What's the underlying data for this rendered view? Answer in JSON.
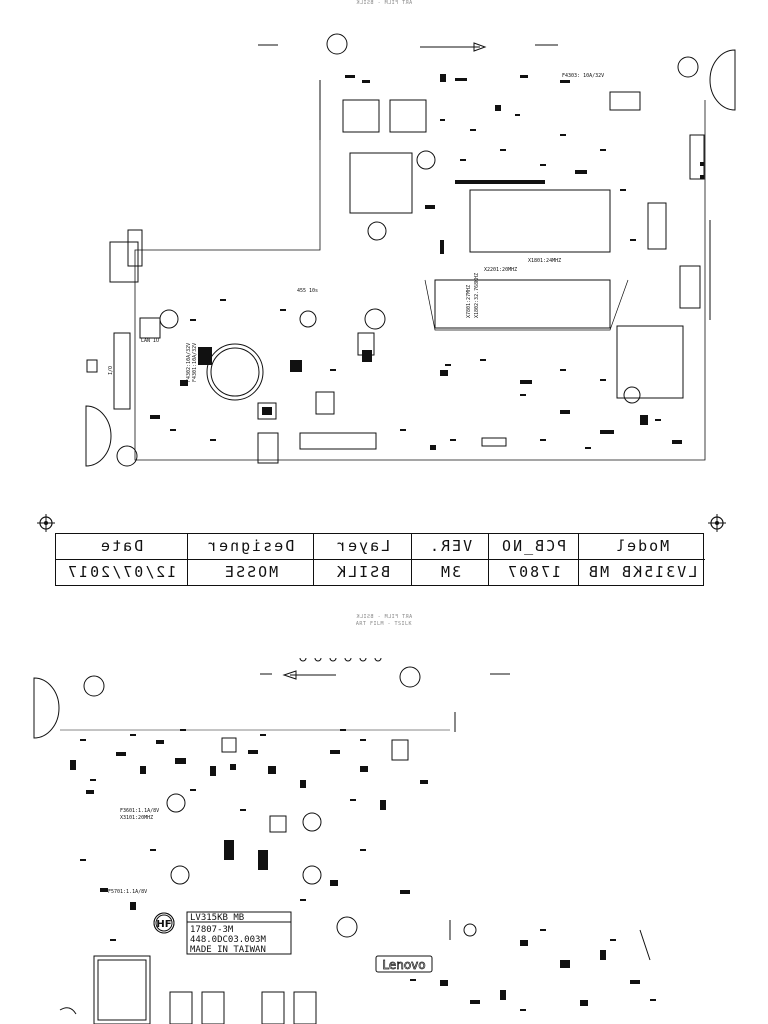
{
  "captions": {
    "top": "ART FILM - BSILK",
    "middle_1": "ART FILM - BSILK",
    "middle_2": "ART FILM - TSILK"
  },
  "top_board": {
    "labels": {
      "fuse_top": "F4303: 10A/32V",
      "crystal_1": "X1801:24MHZ",
      "crystal_2": "X2201:20MHZ",
      "crystal_3": "X1802:32.768KHZ",
      "crystal_4": "X7801:27MHZ",
      "lan": "LAN IO",
      "fuse_side_1": "F4302:10A/32V",
      "fuse_side_2": "F4301:10A/32V",
      "io": "I/O",
      "sw_label": "455 10s"
    }
  },
  "title_block": {
    "headers": [
      "Date",
      "Designer",
      "Layer",
      "VER.",
      "PCB_NO",
      "Model"
    ],
    "values": [
      "12/07/2017",
      "MOSSE",
      "BSILK",
      "3M",
      "17807",
      "LV315KB MB"
    ]
  },
  "bottom_board": {
    "labels": {
      "fuse_1": "F3601:1.1A/8V",
      "crystal": "X3101:20MHZ",
      "fuse_2": "F5701:1.1A/8V",
      "cert": "HF",
      "model_line_1": "LV315KB MB",
      "model_line_2": "17807-3M",
      "model_line_3": "448.0DC03.003M",
      "model_line_4": "MADE IN TAIWAN",
      "brand": "Lenovo"
    }
  }
}
